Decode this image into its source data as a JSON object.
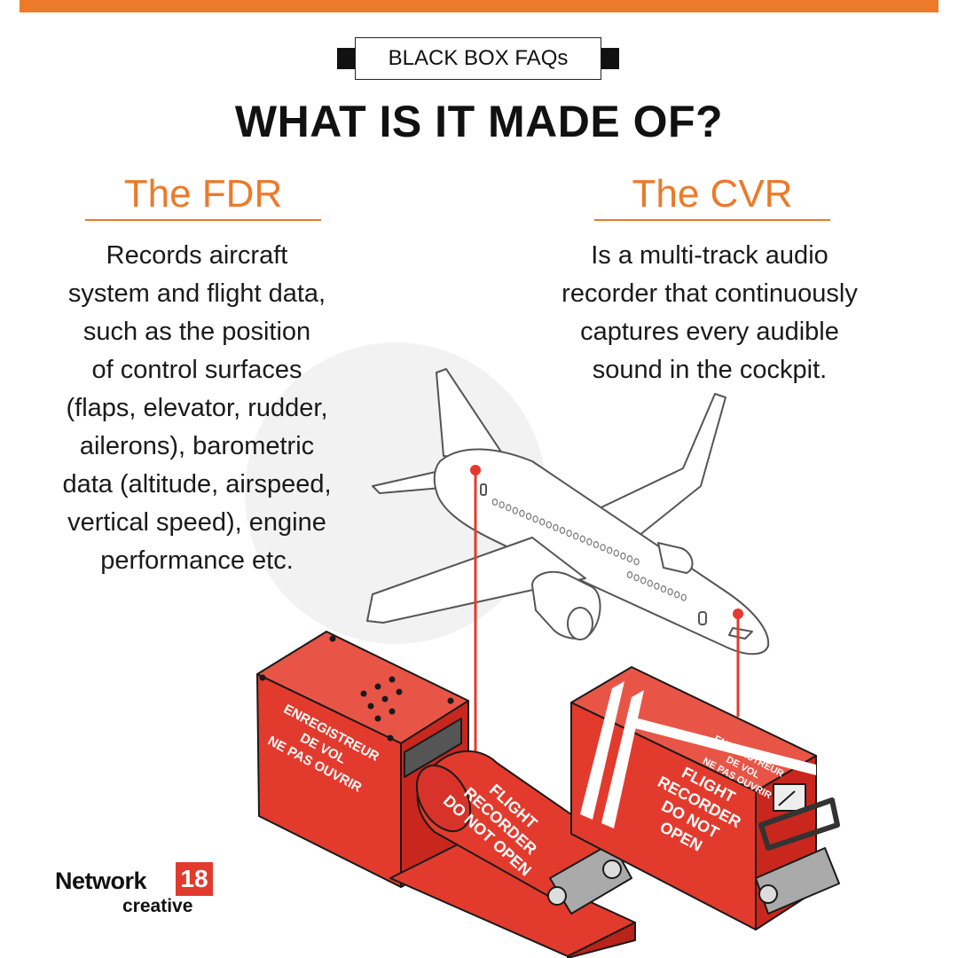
{
  "header": {
    "kicker": "BLACK BOX FAQs",
    "headline": "WHAT IS IT MADE OF?"
  },
  "fdr": {
    "title": "The FDR",
    "body": "Records aircraft\nsystem and flight data,\nsuch as the position\nof control surfaces\n(flaps, elevator, rudder,\nailerons), barometric\ndata (altitude, airspeed,\nvertical speed), engine\nperformance etc."
  },
  "cvr": {
    "title": "The CVR",
    "body": "Is a multi-track audio\nrecorder that continuously\ncaptures every audible\nsound in the cockpit."
  },
  "fdr_box": {
    "label_fr": [
      "ENREGISTREUR",
      "DE VOL",
      "NE PAS OUVRIR"
    ],
    "label_en": [
      "FLIGHT",
      "RECORDER",
      "DO NOT OPEN"
    ]
  },
  "cvr_box": {
    "label_fr": [
      "ENREGISTREUR",
      "DE VOL",
      "NE PAS OUVRIR"
    ],
    "label_en": [
      "FLIGHT",
      "RECORDER",
      "DO NOT",
      "OPEN"
    ]
  },
  "logo": {
    "word": "Network",
    "number": "18",
    "sub": "creative"
  },
  "colors": {
    "accent": "#ec7a2a",
    "recorder_red": "#e23b2e",
    "text": "#1a1a1a"
  }
}
